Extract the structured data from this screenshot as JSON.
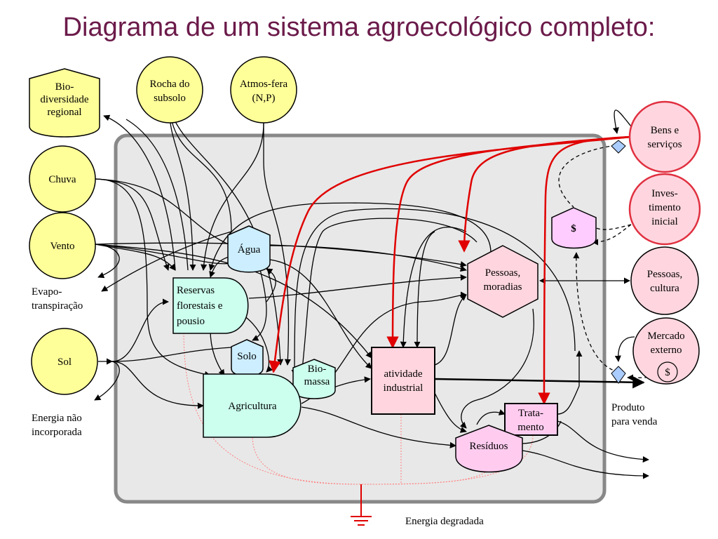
{
  "title": "Diagrama de um sistema agroecológico completo:",
  "colors": {
    "source_fill": "#ffff99",
    "internal_fill": "#ccffee",
    "water_fill": "#cceeff",
    "human_fill": "#ffd6df",
    "waste_fill": "#ffccf0",
    "money_fill": "#ffccff",
    "system_box": "#e8e8e8",
    "flow_red": "#e00000"
  },
  "sources": {
    "biodiv": [
      "Bio-",
      "diversidade",
      "regional"
    ],
    "rocha": [
      "Rocha do",
      "subsolo"
    ],
    "atmos": [
      "Atmos-fera",
      "(N,P)"
    ],
    "chuva": "Chuva",
    "vento": "Vento",
    "sol": "Sol"
  },
  "outside_labels": {
    "evapo": [
      "Evapo-",
      "transpiração"
    ],
    "energia_nao": [
      "Energia não",
      "incorporada"
    ],
    "produto": [
      "Produto",
      "para venda"
    ],
    "energia_degradada": "Energia degradada"
  },
  "internal": {
    "agua": "Água",
    "reservas": [
      "Reservas",
      "florestais e",
      "pousio"
    ],
    "solo": "Solo",
    "biomassa": [
      "Bio-",
      "massa"
    ],
    "agricultura": "Agricultura",
    "industria": [
      "atividade",
      "industrial"
    ],
    "pessoas_moradias": [
      "Pessoas,",
      "moradias"
    ],
    "tratamento": [
      "Trata-",
      "mento"
    ],
    "residuos": "Resíduos",
    "dinheiro": "$"
  },
  "external_right": {
    "bens": [
      "Bens e",
      "serviços"
    ],
    "invest": [
      "Inves-",
      "timento",
      "inicial"
    ],
    "pessoas_cultura": [
      "Pessoas,",
      "cultura"
    ],
    "mercado": [
      "Mercado",
      "externo"
    ],
    "mercado_money": "$"
  }
}
